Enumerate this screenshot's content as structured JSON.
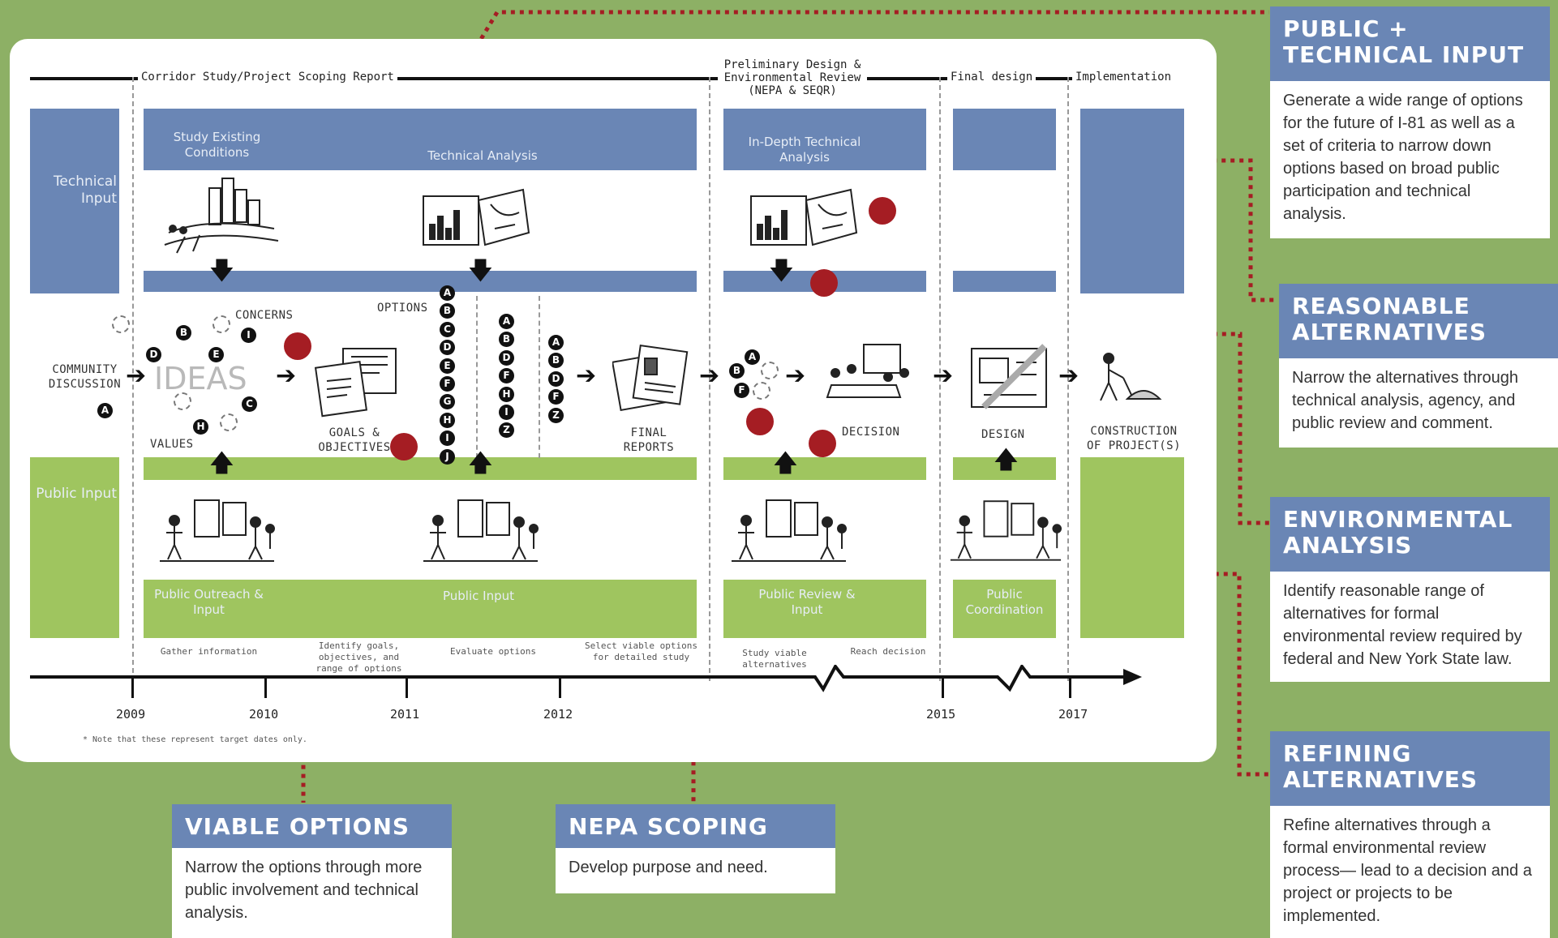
{
  "phases": {
    "corridor": "Corridor Study/Project Scoping Report",
    "preliminary": "Preliminary Design & Environmental Review (NEPA & SEQR)",
    "final_design": "Final design",
    "implementation": "Implementation"
  },
  "rows": {
    "technical_input": "Technical Input",
    "public_input": "Public Input"
  },
  "blue_bands": {
    "study_existing": "Study Existing Conditions",
    "technical_analysis": "Technical Analysis",
    "in_depth": "In-Depth Technical Analysis"
  },
  "green_bands": {
    "public_outreach": "Public Outreach & Input",
    "public_input": "Public Input",
    "public_review": "Public Review & Input",
    "public_coordination": "Public Coordination"
  },
  "labels": {
    "community_discussion": "COMMUNITY DISCUSSION",
    "ideas": "IDEAS",
    "concerns": "CONCERNS",
    "values": "VALUES",
    "goals": "GOALS & OBJECTIVES",
    "options": "OPTIONS",
    "final_reports": "FINAL REPORTS",
    "decision": "DECISION",
    "design": "DESIGN",
    "construction": "CONSTRUCTION OF PROJECT(S)"
  },
  "letters": {
    "ideas": [
      "A",
      "B",
      "C",
      "D",
      "E",
      "H",
      "I"
    ],
    "col1": [
      "A",
      "B",
      "C",
      "D",
      "E",
      "F",
      "G",
      "H",
      "I",
      "J"
    ],
    "col2": [
      "A",
      "B",
      "D",
      "F",
      "H",
      "I",
      "Z"
    ],
    "col3": [
      "A",
      "B",
      "D",
      "F",
      "Z"
    ],
    "review": [
      "A",
      "B",
      "F"
    ]
  },
  "steps": [
    "Gather information",
    "Identify goals, objectives, and range of options",
    "Evaluate options",
    "Select viable options for detailed study",
    "Study viable alternatives",
    "Reach decision"
  ],
  "years": [
    "2009",
    "2010",
    "2011",
    "2012",
    "2015",
    "2017"
  ],
  "note": "* Note that these represent target dates only.",
  "cards": {
    "public_technical": {
      "title": "PUBLIC + TECHNICAL INPUT",
      "body": "Generate a wide range of options for the future of I-81 as well as a set of criteria to narrow down options based on broad public participation and technical analysis."
    },
    "reasonable": {
      "title": "REASONABLE ALTERNATIVES",
      "body": "Narrow the alternatives through technical analysis, agency, and public review and comment."
    },
    "environmental": {
      "title": "ENVIRONMENTAL ANALYSIS",
      "body": "Identify reasonable range of alternatives for formal environmental review required by federal and New York State law."
    },
    "refining": {
      "title": "REFINING ALTERNATIVES",
      "body": "Refine alternatives through a formal environmental review process— lead to a decision and a project or projects to be implemented."
    },
    "viable": {
      "title": "VIABLE OPTIONS",
      "body": "Narrow the options through more public involvement and technical analysis."
    },
    "nepa": {
      "title": "NEPA SCOPING",
      "body": "Develop purpose and need."
    }
  },
  "colors": {
    "background": "#8db065",
    "blue": "#6a86b5",
    "green": "#9fc55f",
    "marker": "#a51d23"
  }
}
